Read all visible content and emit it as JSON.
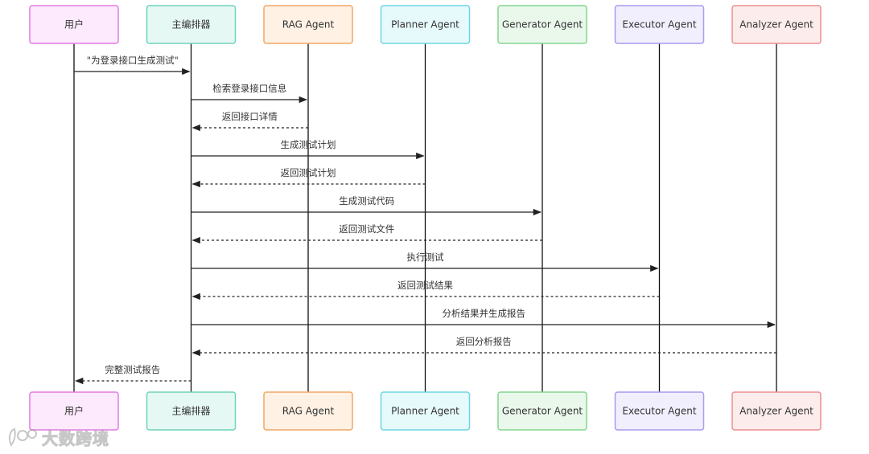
{
  "actors": [
    {
      "id": "user",
      "label": "用户",
      "fill": "#fdeafd",
      "stroke": "#e37ae3"
    },
    {
      "id": "orchestrator",
      "label": "主编排器",
      "fill": "#e6f8f4",
      "stroke": "#6fd3bb"
    },
    {
      "id": "rag",
      "label": "RAG Agent",
      "fill": "#fff1e4",
      "stroke": "#f0a767"
    },
    {
      "id": "planner",
      "label": "Planner Agent",
      "fill": "#e6f9fb",
      "stroke": "#6fd6e1"
    },
    {
      "id": "generator",
      "label": "Generator Agent",
      "fill": "#eaf8ec",
      "stroke": "#82d68e"
    },
    {
      "id": "executor",
      "label": "Executor Agent",
      "fill": "#f1effd",
      "stroke": "#a99af0"
    },
    {
      "id": "analyzer",
      "label": "Analyzer Agent",
      "fill": "#fdecec",
      "stroke": "#ec8f8f"
    }
  ],
  "messages": [
    {
      "from": 0,
      "to": 1,
      "label": "\"为登录接口生成测试\"",
      "dashed": false
    },
    {
      "from": 1,
      "to": 2,
      "label": "检索登录接口信息",
      "dashed": false
    },
    {
      "from": 2,
      "to": 1,
      "label": "返回接口详情",
      "dashed": true
    },
    {
      "from": 1,
      "to": 3,
      "label": "生成测试计划",
      "dashed": false
    },
    {
      "from": 3,
      "to": 1,
      "label": "返回测试计划",
      "dashed": true
    },
    {
      "from": 1,
      "to": 4,
      "label": "生成测试代码",
      "dashed": false
    },
    {
      "from": 4,
      "to": 1,
      "label": "返回测试文件",
      "dashed": true
    },
    {
      "from": 1,
      "to": 5,
      "label": "执行测试",
      "dashed": false
    },
    {
      "from": 5,
      "to": 1,
      "label": "返回测试结果",
      "dashed": true
    },
    {
      "from": 1,
      "to": 6,
      "label": "分析结果并生成报告",
      "dashed": false
    },
    {
      "from": 6,
      "to": 1,
      "label": "返回分析报告",
      "dashed": true
    },
    {
      "from": 1,
      "to": 0,
      "label": "完整测试报告",
      "dashed": true
    }
  ],
  "watermark": {
    "text": "大数跨境",
    "icon": "brand-logo-icon"
  }
}
